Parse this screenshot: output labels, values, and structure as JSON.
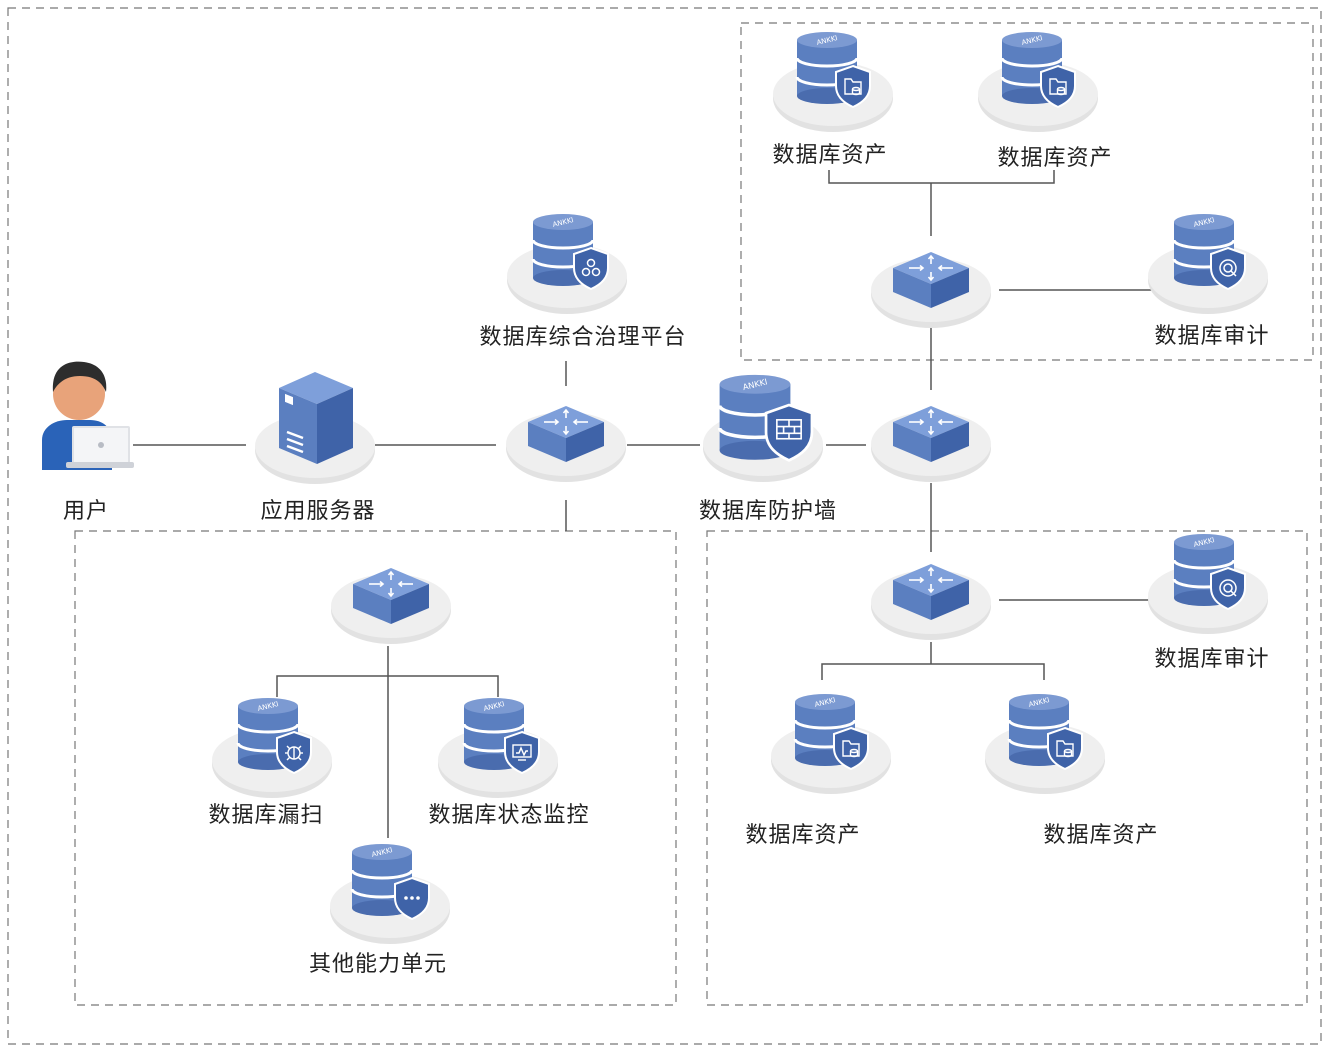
{
  "colors": {
    "accent": "#5b7fc0",
    "accent_dark": "#3b5b9c",
    "shield": "#3f63a8",
    "line": "#555555",
    "dash": "#777777",
    "platform": "#eeeeee"
  },
  "brand_text": "ANKKI",
  "labels": {
    "user": "用户",
    "app_server": "应用服务器",
    "governance_platform": "数据库综合治理平台",
    "firewall": "数据库防护墙",
    "asset_top_left": "数据库资产",
    "asset_top_right": "数据库资产",
    "audit_top": "数据库审计",
    "audit_bottom": "数据库审计",
    "asset_bottom_left": "数据库资产",
    "asset_bottom_right": "数据库资产",
    "vuln_scan": "数据库漏扫",
    "status_monitor": "数据库状态监控",
    "other_units": "其他能力单元"
  },
  "nodes": [
    {
      "name": "user-icon",
      "icon": "person-with-laptop"
    },
    {
      "name": "app-server-icon",
      "icon": "server"
    },
    {
      "name": "main-switch-icon",
      "icon": "switch"
    },
    {
      "name": "governance-db-icon",
      "icon": "database-nodes-shield"
    },
    {
      "name": "firewall-db-icon",
      "icon": "database-firewall-shield"
    },
    {
      "name": "core-switch-icon",
      "icon": "switch"
    },
    {
      "name": "top-switch-icon",
      "icon": "switch"
    },
    {
      "name": "top-asset-db-1-icon",
      "icon": "database-folder-shield"
    },
    {
      "name": "top-asset-db-2-icon",
      "icon": "database-folder-shield"
    },
    {
      "name": "top-audit-db-icon",
      "icon": "database-search-shield"
    },
    {
      "name": "bottom-right-switch-icon",
      "icon": "switch"
    },
    {
      "name": "bottom-audit-db-icon",
      "icon": "database-search-shield"
    },
    {
      "name": "bottom-asset-db-1-icon",
      "icon": "database-folder-shield"
    },
    {
      "name": "bottom-asset-db-2-icon",
      "icon": "database-folder-shield"
    },
    {
      "name": "bottom-left-switch-icon",
      "icon": "switch"
    },
    {
      "name": "vuln-scan-db-icon",
      "icon": "database-bug-shield"
    },
    {
      "name": "status-monitor-db-icon",
      "icon": "database-monitor-shield"
    },
    {
      "name": "other-units-db-icon",
      "icon": "database-dots-shield"
    }
  ]
}
